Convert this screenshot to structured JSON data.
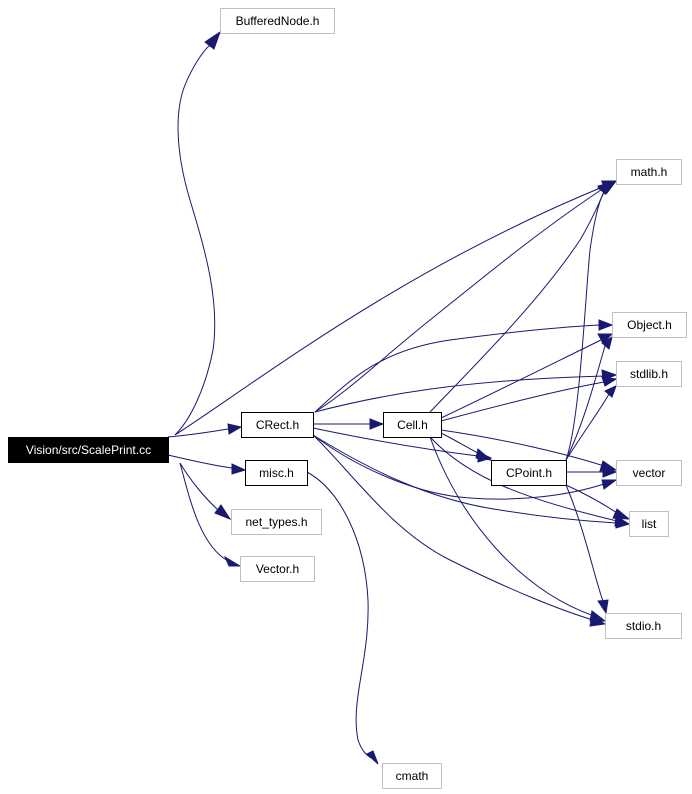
{
  "diagram": {
    "nodes": [
      {
        "id": "scaleprint",
        "label": "Vision/src/ScalePrint.cc",
        "style": "root"
      },
      {
        "id": "bufferednode",
        "label": "BufferedNode.h",
        "style": "external"
      },
      {
        "id": "math",
        "label": "math.h",
        "style": "external"
      },
      {
        "id": "object",
        "label": "Object.h",
        "style": "external"
      },
      {
        "id": "stdlib",
        "label": "stdlib.h",
        "style": "external"
      },
      {
        "id": "crect",
        "label": "CRect.h",
        "style": "local"
      },
      {
        "id": "cell",
        "label": "Cell.h",
        "style": "local"
      },
      {
        "id": "cpoint",
        "label": "CPoint.h",
        "style": "local"
      },
      {
        "id": "vector",
        "label": "vector",
        "style": "external"
      },
      {
        "id": "misc",
        "label": "misc.h",
        "style": "local"
      },
      {
        "id": "list",
        "label": "list",
        "style": "external"
      },
      {
        "id": "nettypes",
        "label": "net_types.h",
        "style": "external"
      },
      {
        "id": "vectorh",
        "label": "Vector.h",
        "style": "external"
      },
      {
        "id": "stdio",
        "label": "stdio.h",
        "style": "external"
      },
      {
        "id": "cmath",
        "label": "cmath",
        "style": "external"
      }
    ],
    "edges": [
      {
        "from": "scaleprint",
        "to": "bufferednode"
      },
      {
        "from": "scaleprint",
        "to": "math"
      },
      {
        "from": "scaleprint",
        "to": "crect"
      },
      {
        "from": "scaleprint",
        "to": "misc"
      },
      {
        "from": "scaleprint",
        "to": "nettypes"
      },
      {
        "from": "scaleprint",
        "to": "vectorh"
      },
      {
        "from": "crect",
        "to": "math"
      },
      {
        "from": "crect",
        "to": "object"
      },
      {
        "from": "crect",
        "to": "stdlib"
      },
      {
        "from": "crect",
        "to": "cell"
      },
      {
        "from": "crect",
        "to": "cpoint"
      },
      {
        "from": "crect",
        "to": "vector"
      },
      {
        "from": "crect",
        "to": "list"
      },
      {
        "from": "crect",
        "to": "stdio"
      },
      {
        "from": "cell",
        "to": "math"
      },
      {
        "from": "cell",
        "to": "object"
      },
      {
        "from": "cell",
        "to": "stdlib"
      },
      {
        "from": "cell",
        "to": "cpoint"
      },
      {
        "from": "cell",
        "to": "vector"
      },
      {
        "from": "cell",
        "to": "list"
      },
      {
        "from": "cell",
        "to": "stdio"
      },
      {
        "from": "cpoint",
        "to": "math"
      },
      {
        "from": "cpoint",
        "to": "object"
      },
      {
        "from": "cpoint",
        "to": "stdlib"
      },
      {
        "from": "cpoint",
        "to": "vector"
      },
      {
        "from": "cpoint",
        "to": "list"
      },
      {
        "from": "cpoint",
        "to": "stdio"
      },
      {
        "from": "misc",
        "to": "cmath"
      }
    ]
  },
  "colors": {
    "edge": "#191970",
    "root_fill": "#000000",
    "root_text": "#ffffff",
    "local_border": "#000000",
    "external_border": "#bfbfbf",
    "node_fill": "#ffffff",
    "node_text": "#000000"
  }
}
